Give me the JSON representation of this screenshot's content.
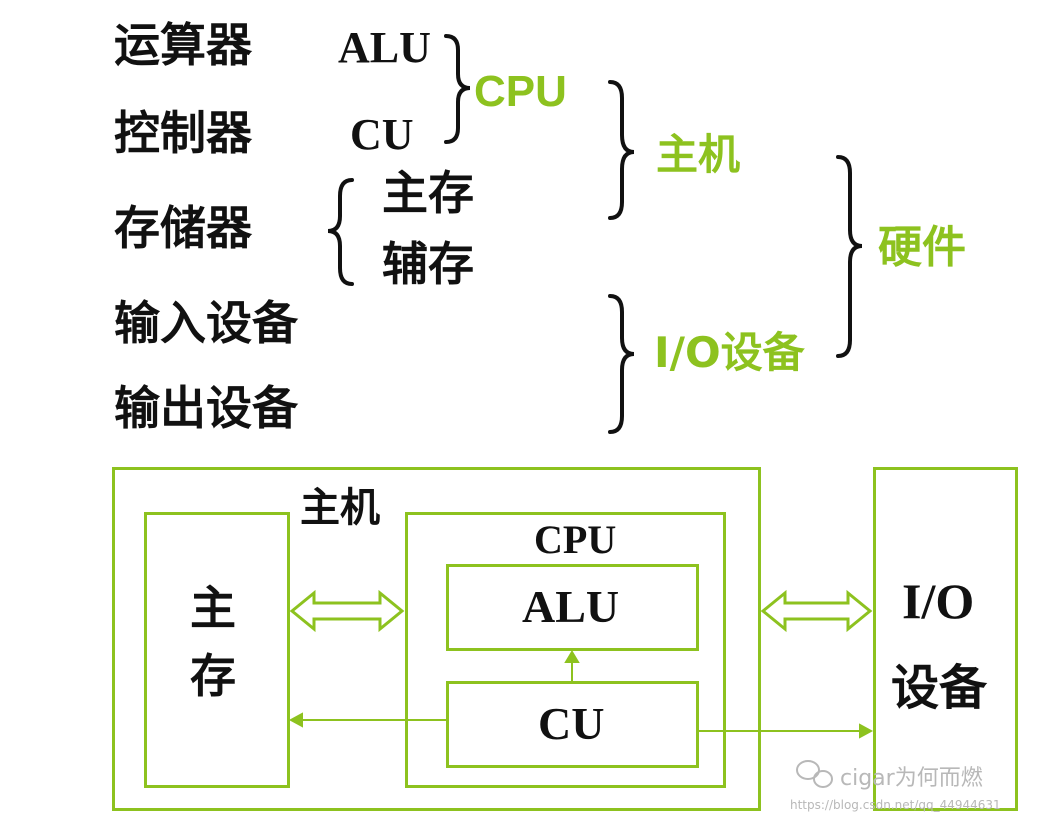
{
  "components": {
    "alu_cn": "运算器",
    "alu_en": "ALU",
    "cu_cn": "控制器",
    "cu_en": "CU",
    "storage": "存储器",
    "main_mem": "主存",
    "aux_mem": "辅存",
    "input": "输入设备",
    "output": "输出设备"
  },
  "groups": {
    "cpu": "CPU",
    "host": "主机",
    "io": "I/O设备",
    "hardware": "硬件"
  },
  "diagram": {
    "host_label": "主机",
    "mem_char1": "主",
    "mem_char2": "存",
    "cpu_label": "CPU",
    "alu_label": "ALU",
    "cu_label": "CU",
    "io_line1": "I/O",
    "io_line2": "设备"
  },
  "watermark": {
    "brand": "cigar为何而燃",
    "url": "https://blog.csdn.net/qq_44944631"
  },
  "colors": {
    "accent": "#8dc21f",
    "text": "#111111"
  }
}
